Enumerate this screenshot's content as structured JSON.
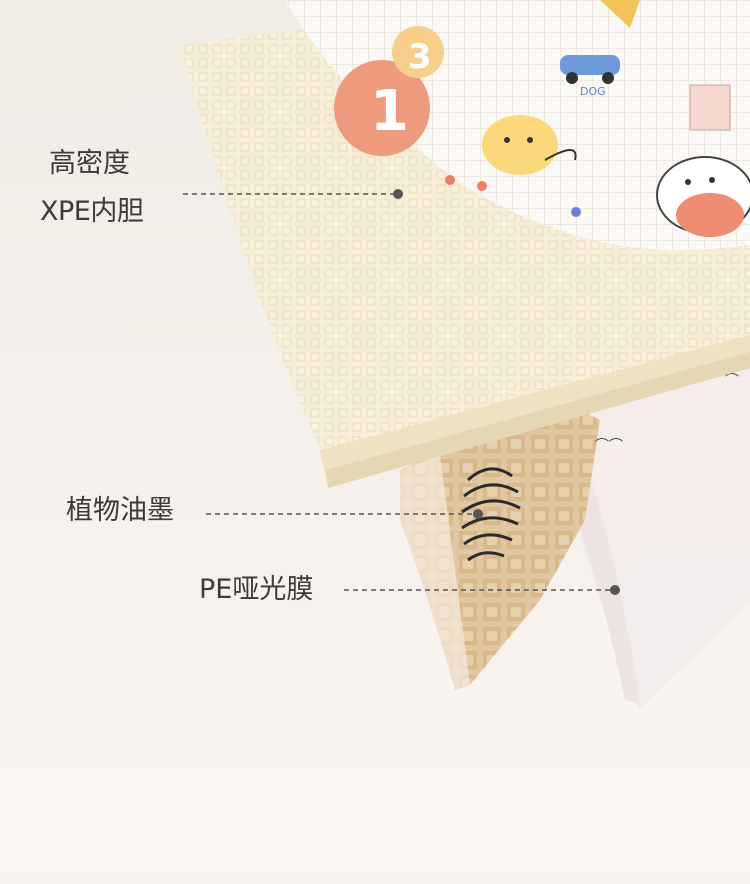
{
  "labels": {
    "xpe_line1": "高密度",
    "xpe_line2": "XPE内胆",
    "ink": "植物油墨",
    "film": "PE哑光膜"
  },
  "colors": {
    "background_top": "#f1ebe6",
    "background_bottom": "#fbf6f2",
    "foam": "#f6eed8",
    "foam_edge": "#ede2c2",
    "print_tan": "#dfc39c",
    "film": "#f3ecec",
    "leader_line": "#555555",
    "label_text": "#3b3b3b"
  }
}
